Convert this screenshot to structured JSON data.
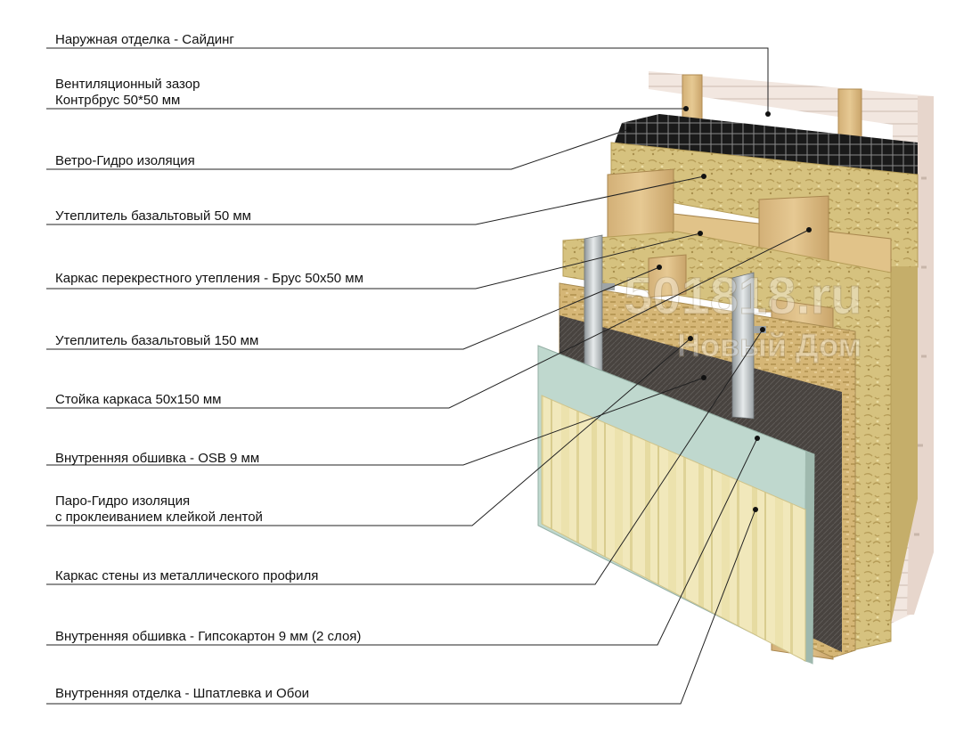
{
  "labels": [
    {
      "id": "siding",
      "lines": [
        "Наружная отделка - Сайдинг"
      ]
    },
    {
      "id": "vent-gap",
      "lines": [
        "Вентиляционный зазор",
        "Контрбрус 50*50 мм"
      ]
    },
    {
      "id": "wind-membrane",
      "lines": [
        "Ветро-Гидро изоляция"
      ]
    },
    {
      "id": "insulation-50",
      "lines": [
        "Утеплитель базальтовый 50 мм"
      ]
    },
    {
      "id": "cross-frame",
      "lines": [
        "Каркас перекрестного утепления - Брус 50х50 мм"
      ]
    },
    {
      "id": "insulation-150",
      "lines": [
        "Утеплитель базальтовый 150 мм"
      ]
    },
    {
      "id": "frame-stud",
      "lines": [
        "Стойка каркаса 50х150 мм"
      ]
    },
    {
      "id": "osb",
      "lines": [
        "Внутренняя обшивка - OSB 9 мм"
      ]
    },
    {
      "id": "vapor-barrier",
      "lines": [
        "Паро-Гидро изоляция",
        "с проклеиванием клейкой лентой"
      ]
    },
    {
      "id": "metal-frame",
      "lines": [
        "Каркас стены из металлического профиля"
      ]
    },
    {
      "id": "drywall",
      "lines": [
        "Внутренняя обшивка - Гипсокартон 9 мм (2 слоя)"
      ]
    },
    {
      "id": "finish",
      "lines": [
        "Внутренняя отделка - Шпатлевка и Обои"
      ]
    }
  ],
  "watermark": {
    "line1": "501818.ru",
    "line2": "Новый Дом"
  },
  "colors": {
    "siding": "#f1e6df",
    "wood": "#dcbb82",
    "wool": "#d4c07e",
    "membrane": "#1c1c1c",
    "osb": "#d2b373",
    "vapor": "#4a4541",
    "gypsum": "#bcd6cc",
    "wallpaper": "#f3ebbf",
    "leader": "#222222"
  }
}
